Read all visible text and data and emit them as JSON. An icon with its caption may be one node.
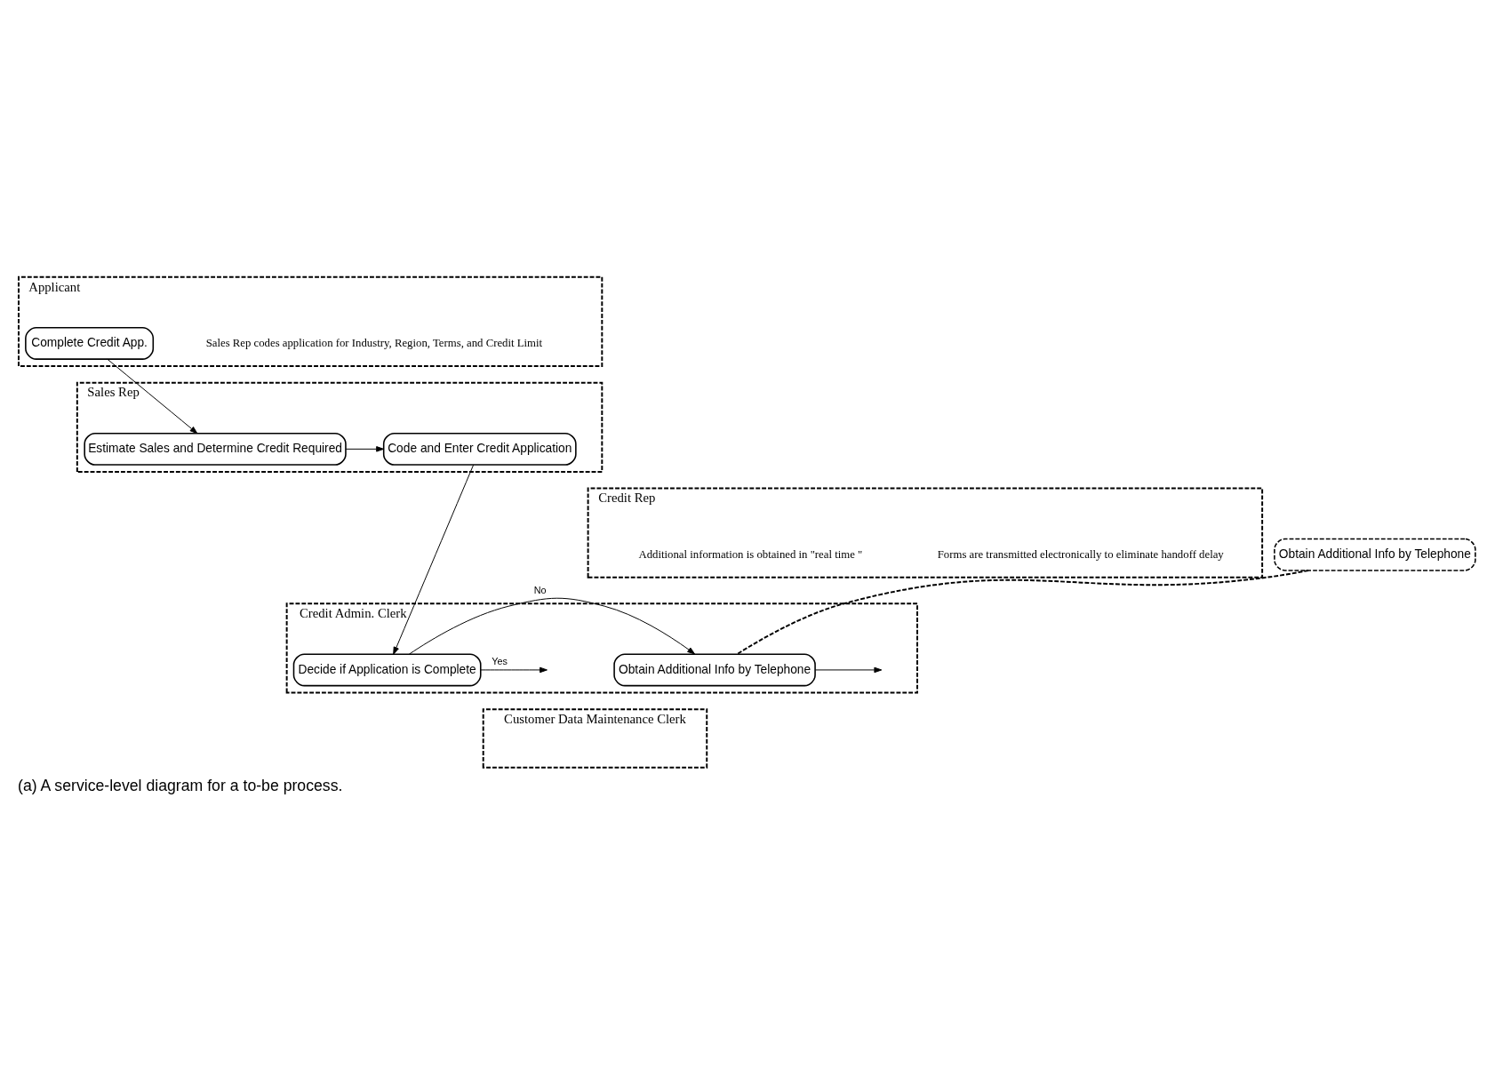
{
  "diagram": {
    "caption": "(a) A service-level diagram for a to-be process.",
    "nodes": [
      {
        "text": [
          "Applicant"
        ]
      },
      {
        "text": [
          "Complete Credit App."
        ],
        "in": 0
      },
      {
        "text": [
          "Sales Rep"
        ]
      },
      {
        "text": [
          "Estimate Sales and Determine Credit Required"
        ],
        "in": 2
      },
      {
        "text": [
          "Code and Enter Credit Application"
        ],
        "in": 2
      },
      {
        "text": [
          "Credit Rep"
        ]
      },
      {
        "text": [
          "Credit Admin. Clerk"
        ]
      },
      {
        "text": [
          "Decide if Application is Complete"
        ],
        "in": 6
      },
      {
        "text": [
          "Obtain Additional Info by Telephone"
        ],
        "in": 6
      },
      {
        "text": [
          "Customer Data Maintenance Clerk"
        ]
      },
      {
        "text": [
          "Obtain Additional Info by Telephone"
        ]
      }
    ],
    "edges": [
      {
        "from": 1,
        "to": 3,
        "arrow": "to"
      },
      {
        "from": 3,
        "to": 4,
        "arrow": "to"
      },
      {
        "from": 4,
        "to": 7,
        "arrow": "to"
      },
      {
        "from": 7,
        "to": 8,
        "label": "No",
        "arrow": "to"
      },
      {
        "from": 7,
        "to": null,
        "label": "Yes",
        "arrow": "to"
      },
      {
        "from": 8,
        "to": null,
        "arrow": "to"
      },
      {
        "from": 10,
        "to": 8,
        "arrow": "none",
        "style": "dashed"
      }
    ],
    "labels": [
      "Sales Rep codes application for Industry, Region, Terms, and Credit Limit",
      "Forms are transmitted electronically to eliminate handoff delay",
      "Additional information is obtained in \"real time \""
    ]
  }
}
